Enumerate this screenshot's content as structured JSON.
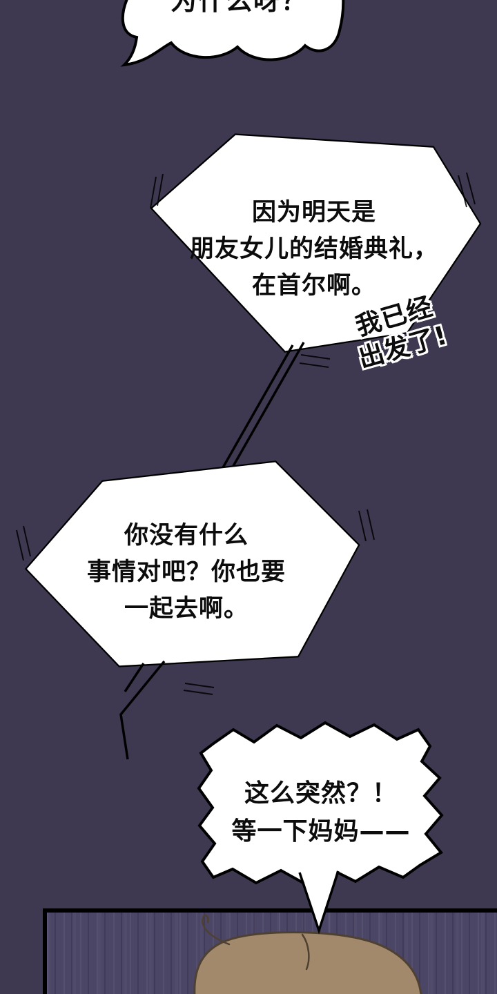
{
  "colors": {
    "page-bg": "#3e3950",
    "panel-bg": "#4b4566",
    "bubble-fill": "#ffffff",
    "line-color": "#000000",
    "hair-fill": "#a3896b",
    "hair-stroke": "#4e4132",
    "text-color": "#0c0c0c"
  },
  "bubbles": {
    "top_partial": {
      "clipped_text": "为什么呀？"
    },
    "phone_hex_1": {
      "lines": [
        "因为明天是",
        "朋友女儿的结婚典礼，",
        "在首尔啊。"
      ]
    },
    "handwritten_note": {
      "lines": [
        "我已经",
        "出发了!"
      ]
    },
    "phone_hex_2": {
      "lines": [
        "你没有什么",
        "事情对吧？你也要",
        "一起去啊。"
      ]
    },
    "burst": {
      "lines": [
        "这么突然？！",
        "等一下妈妈——"
      ]
    }
  }
}
